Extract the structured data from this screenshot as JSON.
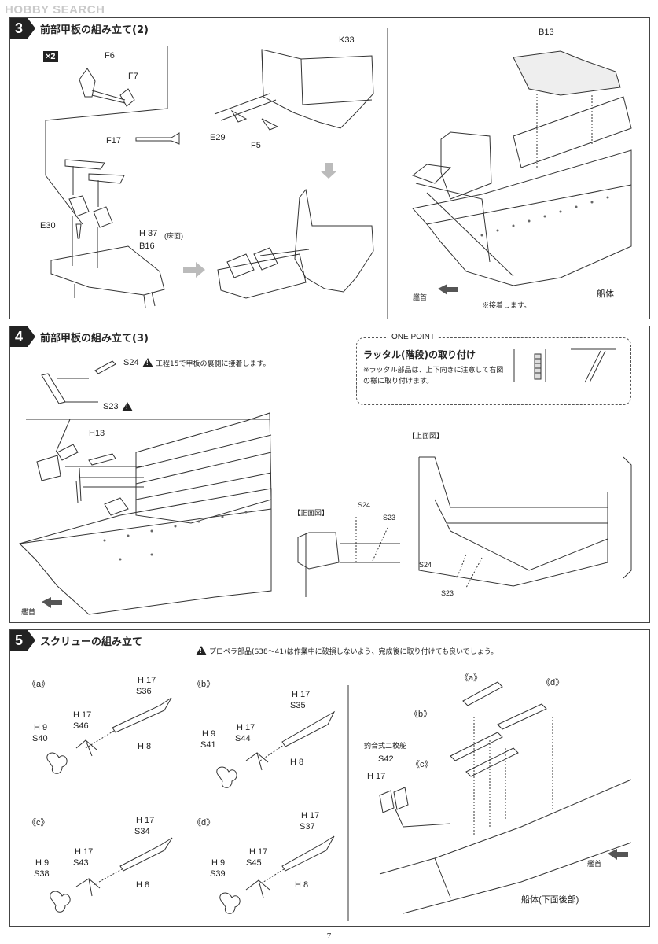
{
  "watermark": "HOBBY SEARCH",
  "page_number": "7",
  "steps": [
    {
      "number": "3",
      "title": "前部甲板の組み立て(2)",
      "multiplier": "×2",
      "labels": {
        "f6": "F6",
        "f7": "F7",
        "f17": "F17",
        "e30": "E30",
        "h37": "H 37",
        "h37_note": "(床面)",
        "b16": "B16",
        "k33": "K33",
        "e29": "E29",
        "f5": "F5",
        "b13": "B13",
        "bow": "艦首",
        "hull": "船体"
      },
      "note": "※接着します。"
    },
    {
      "number": "4",
      "title": "前部甲板の組み立て(3)",
      "labels": {
        "s24": "S24",
        "s23": "S23",
        "h13": "H13",
        "bow": "艦首",
        "front_view": "【正面図】",
        "top_view": "【上面図】"
      },
      "caution": "工程15で甲板の裏側に接着します。",
      "one_point": {
        "header": "ONE POINT",
        "title": "ラッタル(階段)の取り付け",
        "note": "※ラッタル部品は、上下向きに注意して右図の様に取り付けます。"
      }
    },
    {
      "number": "5",
      "title": "スクリューの組み立て",
      "caution": "プロペラ部品(S38～41)は作業中に破損しないよう、完成後に取り付けても良いでしょう。",
      "assemblies": [
        {
          "tag": "《a》",
          "h17": "H 17",
          "shaft": "S36",
          "h8": "H 8",
          "bracket_h": "H 17",
          "bracket": "S46",
          "prop_h": "H 9",
          "prop": "S40"
        },
        {
          "tag": "《b》",
          "h17": "H 17",
          "shaft": "S35",
          "h8": "H 8",
          "bracket_h": "H 17",
          "bracket": "S44",
          "prop_h": "H 9",
          "prop": "S41"
        },
        {
          "tag": "《c》",
          "h17": "H 17",
          "shaft": "S34",
          "h8": "H 8",
          "bracket_h": "H 17",
          "bracket": "S43",
          "prop_h": "H 9",
          "prop": "S38"
        },
        {
          "tag": "《d》",
          "h17": "H 17",
          "shaft": "S37",
          "h8": "H 8",
          "bracket_h": "H 17",
          "bracket": "S45",
          "prop_h": "H 9",
          "prop": "S39"
        }
      ],
      "labels": {
        "rudder_label": "釣合式二枚舵",
        "s42": "S42",
        "h17": "H 17",
        "a": "《a》",
        "b": "《b》",
        "c": "《c》",
        "d": "《d》",
        "bow": "艦首",
        "hull": "船体(下面後部)"
      }
    }
  ]
}
